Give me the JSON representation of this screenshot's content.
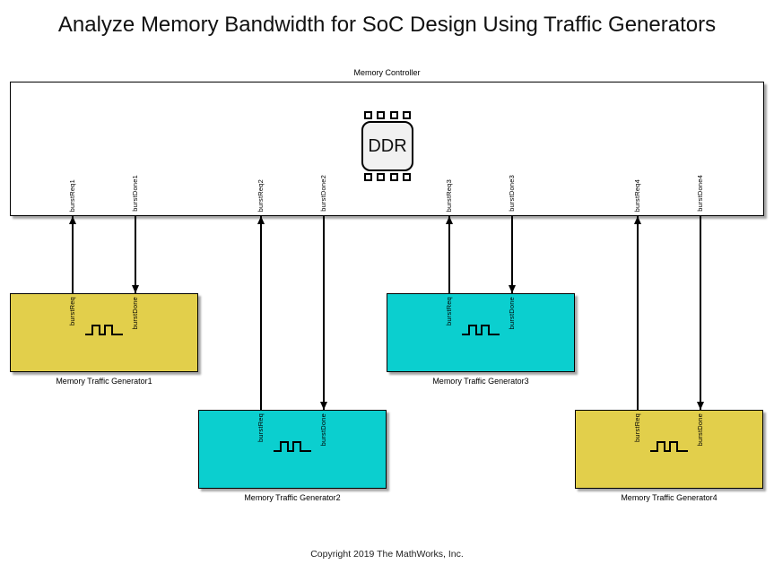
{
  "title": "Analyze Memory Bandwidth for SoC Design Using Traffic Generators",
  "copyright": "Copyright 2019 The MathWorks, Inc.",
  "colors": {
    "generator_yellow": "#E2CF4B",
    "generator_cyan": "#0BCFCF",
    "chip_fill": "#F1F1F1",
    "wire": "#000000"
  },
  "controller": {
    "label": "Memory Controller",
    "chip_label": "DDR",
    "ports": [
      {
        "label": "burstReq1"
      },
      {
        "label": "burstDone1"
      },
      {
        "label": "burstReq2"
      },
      {
        "label": "burstDone2"
      },
      {
        "label": "burstReq3"
      },
      {
        "label": "burstDone3"
      },
      {
        "label": "burstReq4"
      },
      {
        "label": "burstDone4"
      }
    ]
  },
  "generators": [
    {
      "label": "Memory Traffic Generator1",
      "color": "yellow",
      "ports": {
        "req": "burstReq",
        "done": "burstDone"
      }
    },
    {
      "label": "Memory Traffic Generator2",
      "color": "cyan",
      "ports": {
        "req": "burstReq",
        "done": "burstDone"
      }
    },
    {
      "label": "Memory Traffic Generator3",
      "color": "cyan",
      "ports": {
        "req": "burstReq",
        "done": "burstDone"
      }
    },
    {
      "label": "Memory Traffic Generator4",
      "color": "yellow",
      "ports": {
        "req": "burstReq",
        "done": "burstDone"
      }
    }
  ],
  "connections": [
    {
      "signal": "burstReq1",
      "from": "Memory Traffic Generator1",
      "to": "Memory Controller"
    },
    {
      "signal": "burstDone1",
      "from": "Memory Controller",
      "to": "Memory Traffic Generator1"
    },
    {
      "signal": "burstReq2",
      "from": "Memory Traffic Generator2",
      "to": "Memory Controller"
    },
    {
      "signal": "burstDone2",
      "from": "Memory Controller",
      "to": "Memory Traffic Generator2"
    },
    {
      "signal": "burstReq3",
      "from": "Memory Traffic Generator3",
      "to": "Memory Controller"
    },
    {
      "signal": "burstDone3",
      "from": "Memory Controller",
      "to": "Memory Traffic Generator3"
    },
    {
      "signal": "burstReq4",
      "from": "Memory Traffic Generator4",
      "to": "Memory Controller"
    },
    {
      "signal": "burstDone4",
      "from": "Memory Controller",
      "to": "Memory Traffic Generator4"
    }
  ]
}
